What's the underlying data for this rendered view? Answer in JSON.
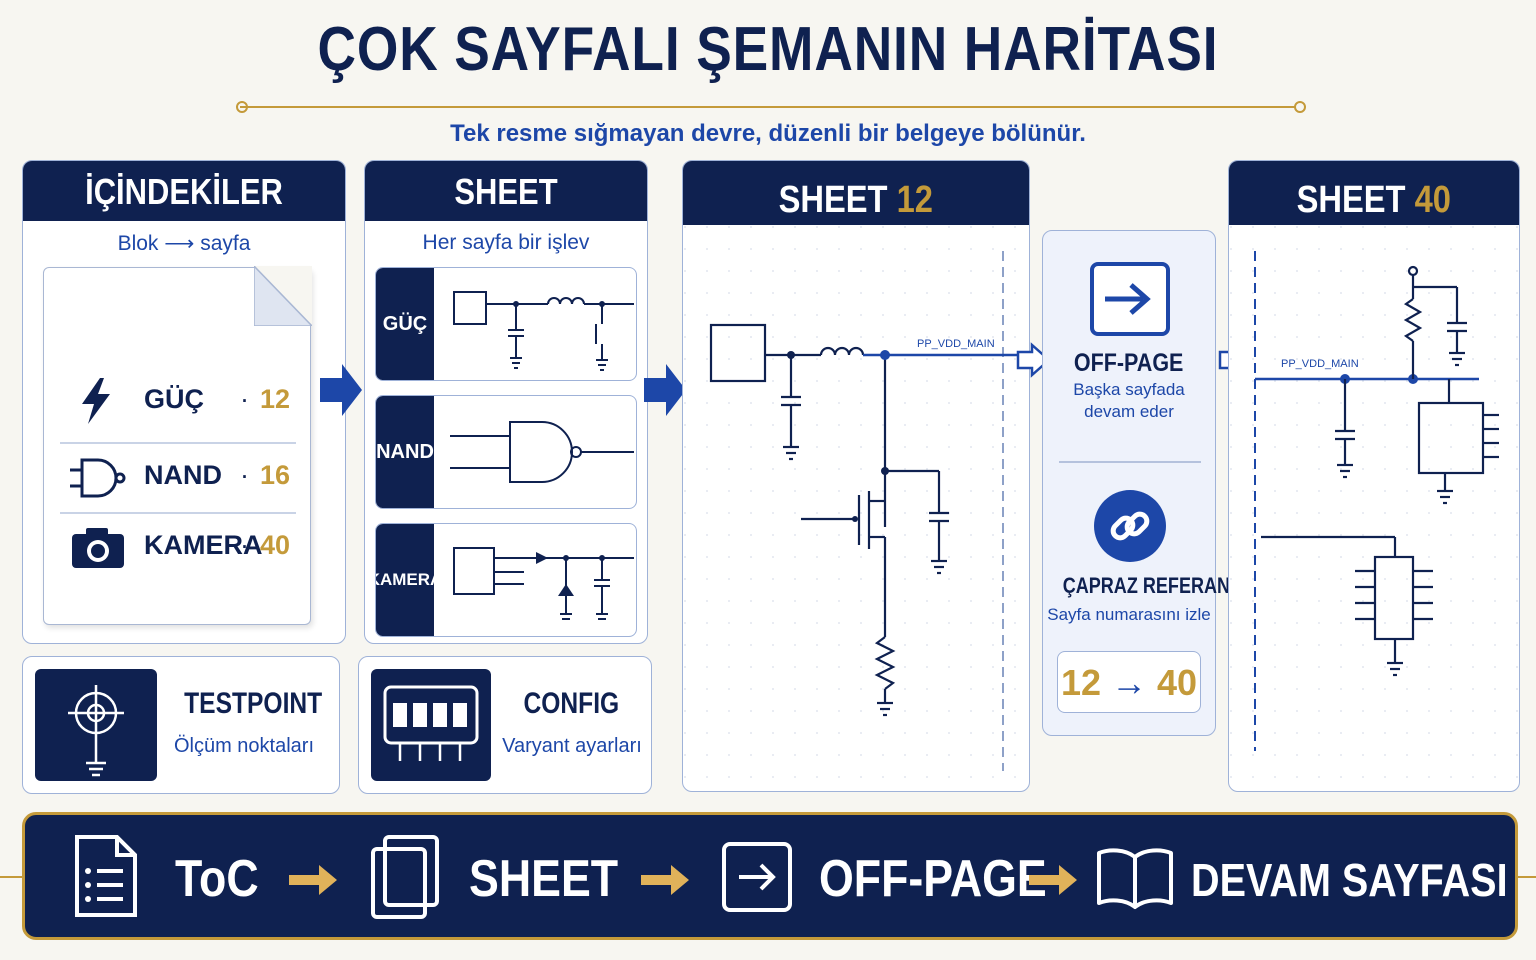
{
  "header": {
    "title": "ÇOK SAYFALI ŞEMANIN HARİTASI",
    "subtitle": "Tek resme sığmayan devre, düzenli bir belgeye bölünür."
  },
  "toc": {
    "heading": "İÇİNDEKİLER",
    "sub": "Blok ⟶ sayfa",
    "entries": [
      {
        "icon": "lightning-icon",
        "label": "GÜÇ",
        "dot": "·",
        "page": "12"
      },
      {
        "icon": "nand-gate-icon",
        "label": "NAND",
        "dot": "·",
        "page": "16"
      },
      {
        "icon": "camera-icon",
        "label": "KAMERA",
        "dot": "·",
        "page": "40"
      }
    ]
  },
  "sheet": {
    "heading": "SHEET",
    "sub": "Her sayfa bir işlev",
    "rows": [
      {
        "tab": "GÜÇ"
      },
      {
        "tab": "NAND"
      },
      {
        "tab": "KAMERA"
      }
    ]
  },
  "sheet12": {
    "heading_prefix": "SHEET",
    "heading_num": "12",
    "net_label": "PP_VDD_MAIN"
  },
  "offpage": {
    "title": "OFF-PAGE",
    "sub_line1": "Başka sayfada",
    "sub_line2": "devam eder"
  },
  "crossref": {
    "title": "ÇAPRAZ REFERANS",
    "sub": "Sayfa numarasını izle",
    "from": "12",
    "arrow": "→",
    "to": "40"
  },
  "sheet40": {
    "heading_prefix": "SHEET",
    "heading_num": "40",
    "net_label": "PP_VDD_MAIN"
  },
  "testpoint": {
    "title": "TESTPOINT",
    "sub": "Ölçüm noktaları"
  },
  "config": {
    "title": "CONFIG",
    "sub": "Varyant ayarları"
  },
  "flow": {
    "steps": [
      "ToC",
      "SHEET",
      "OFF-PAGE",
      "DEVAM SAYFASI"
    ]
  },
  "colors": {
    "navy": "#0f2150",
    "accent_blue": "#1d47a8",
    "gold": "#c49a3a"
  }
}
